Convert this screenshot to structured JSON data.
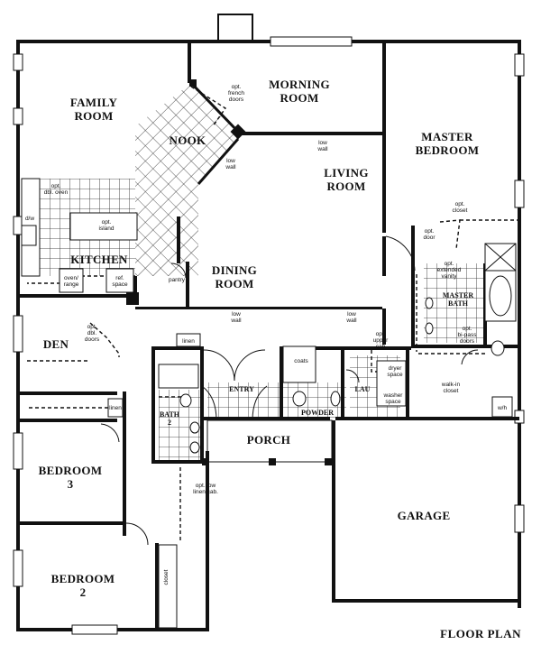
{
  "rooms": {
    "family_room": [
      "FAMILY",
      "ROOM"
    ],
    "morning_room": [
      "MORNING",
      "ROOM"
    ],
    "master_bedroom": [
      "MASTER",
      "BEDROOM"
    ],
    "nook": "NOOK",
    "living_room": [
      "LIVING",
      "ROOM"
    ],
    "kitchen": "KITCHEN",
    "dining_room": [
      "DINING",
      "ROOM"
    ],
    "den": "DEN",
    "master_bath": [
      "MASTER",
      "BATH"
    ],
    "entry": "ENTRY",
    "powder": "POWDER",
    "lau": "LAU",
    "bath2": [
      "BATH",
      "2"
    ],
    "porch": "PORCH",
    "bedroom3": [
      "BEDROOM",
      "3"
    ],
    "garage": "GARAGE",
    "bedroom2": [
      "BEDROOM",
      "2"
    ]
  },
  "notes": {
    "opt_french_doors": [
      "opt.",
      "french",
      "doors"
    ],
    "low_wall_living": [
      "low",
      "wall"
    ],
    "low_wall_nook": [
      "low",
      "wall"
    ],
    "opt_dbl_oven": [
      "opt.",
      "dbl. oven"
    ],
    "opt_island": [
      "opt.",
      "island"
    ],
    "dw": "d/w",
    "oven_range": [
      "oven/",
      "range"
    ],
    "ref_space": [
      "ref.",
      "space"
    ],
    "pantry": "pantry",
    "low_wall_dining_left": [
      "low",
      "wall"
    ],
    "low_wall_dining_right": [
      "low",
      "wall"
    ],
    "opt_closet": [
      "opt.",
      "closet"
    ],
    "opt_door": [
      "opt.",
      "door"
    ],
    "opt_extended_vanity": [
      "opt.",
      "extended",
      "vanity"
    ],
    "opt_bipass_doors": [
      "opt.",
      "bi-pass",
      "doors"
    ],
    "opt_dbl_doors": [
      "opt.",
      "dbl.",
      "doors"
    ],
    "linen_bath": "linen",
    "opt_upper_cab": [
      "opt.",
      "upper",
      "cab"
    ],
    "coats": "coats",
    "dryer_space": [
      "dryer",
      "space"
    ],
    "washer_space": [
      "washer",
      "space"
    ],
    "walk_in_closet": [
      "walk-in",
      "closet"
    ],
    "wh": "w/h",
    "linen_hall": "linen",
    "opt_low_linen_cab": [
      "opt. low",
      "linen cab."
    ],
    "closet_bed2": "closet"
  },
  "caption": "FLOOR PLAN"
}
